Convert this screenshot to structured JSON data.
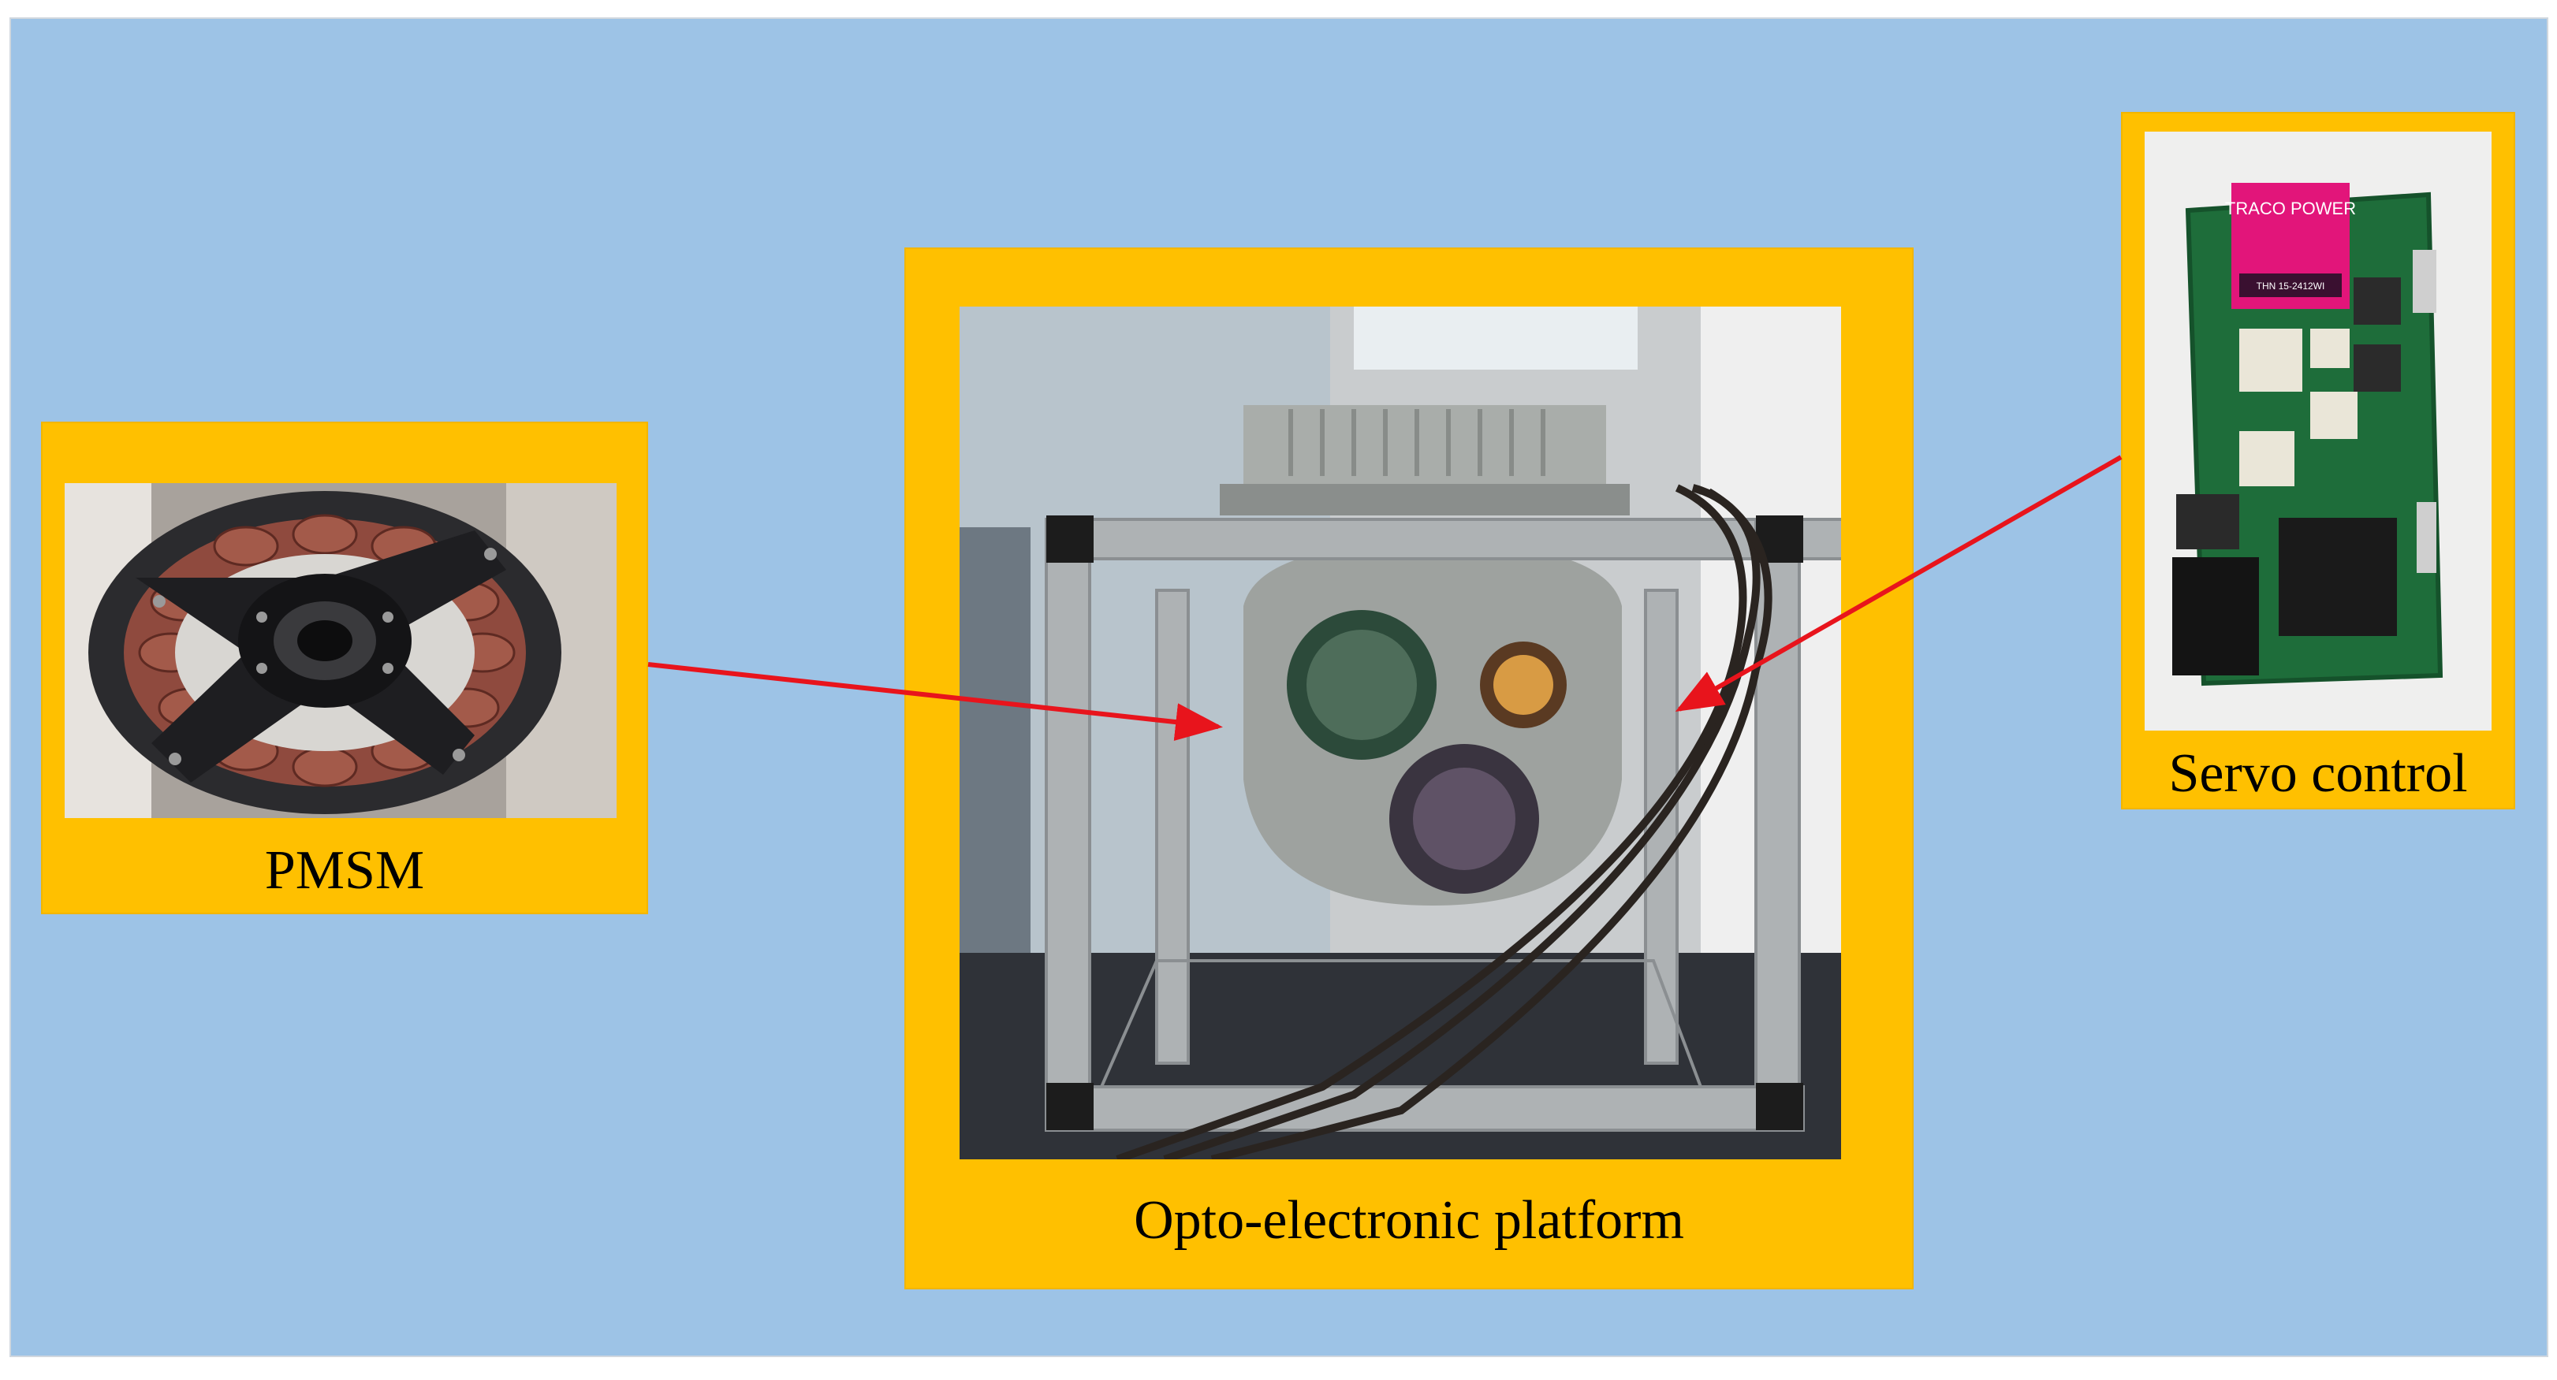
{
  "panels": {
    "pmsm": {
      "label": "PMSM"
    },
    "platform": {
      "label": "Opto-electronic platform"
    },
    "servo": {
      "label": "Servo control"
    }
  },
  "board_text": {
    "brand": "TRACO POWER",
    "model": "THN 15-2412WI"
  },
  "colors": {
    "background": "#9dc3e6",
    "panel": "#ffc000",
    "arrow": "#e8141c"
  }
}
